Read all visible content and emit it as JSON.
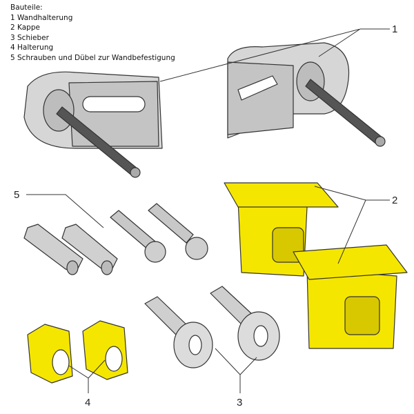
{
  "legend": {
    "title": "Bauteile:",
    "items": [
      "1 Wandhalterung",
      "2 Kappe",
      "3 Schieber",
      "4 Halterung",
      "5 Schrauben und Dübel zur Wandbefestigung"
    ]
  },
  "callouts": [
    "1",
    "2",
    "3",
    "4",
    "5"
  ],
  "colors": {
    "gray": "#d9d9d9",
    "yellow": "#f5e600",
    "outline": "#333333"
  }
}
